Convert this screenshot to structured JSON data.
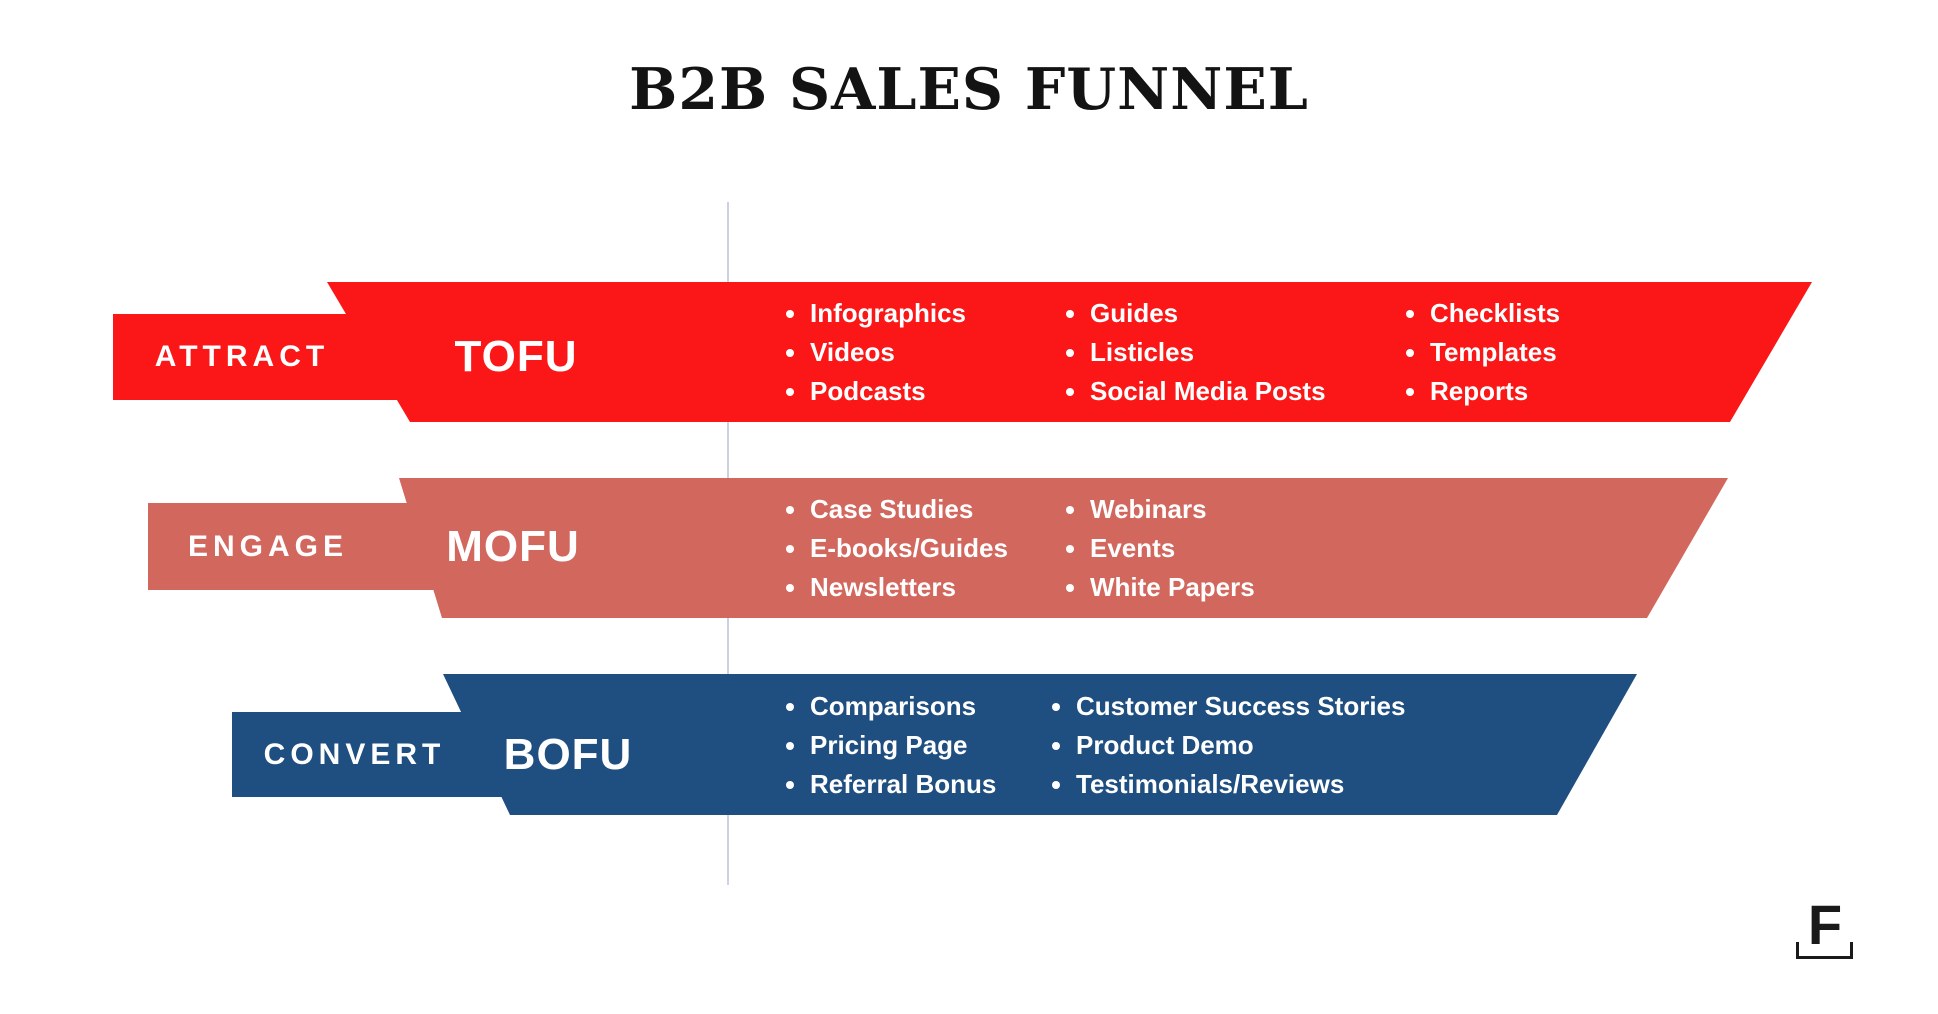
{
  "title": "B2B SALES FUNNEL",
  "divider_color": "#ccd3de",
  "stages": [
    {
      "label": "ATTRACT",
      "acronym": "TOFU",
      "color": "#fb1717",
      "items": [
        [
          "Infographics",
          "Videos",
          "Podcasts"
        ],
        [
          "Guides",
          "Listicles",
          "Social Media Posts"
        ],
        [
          "Checklists",
          "Templates",
          "Reports"
        ]
      ]
    },
    {
      "label": "ENGAGE",
      "acronym": "MOFU",
      "color": "#d2675e",
      "items": [
        [
          "Case Studies",
          "E-books/Guides",
          "Newsletters"
        ],
        [
          "Webinars",
          "Events",
          "White Papers"
        ]
      ]
    },
    {
      "label": "CONVERT",
      "acronym": "BOFU",
      "color": "#1f4e80",
      "items": [
        [
          "Comparisons",
          "Pricing Page",
          "Referral Bonus"
        ],
        [
          "Customer Success Stories",
          "Product Demo",
          "Testimonials/Reviews"
        ]
      ]
    }
  ],
  "logo": {
    "letter": "F"
  }
}
